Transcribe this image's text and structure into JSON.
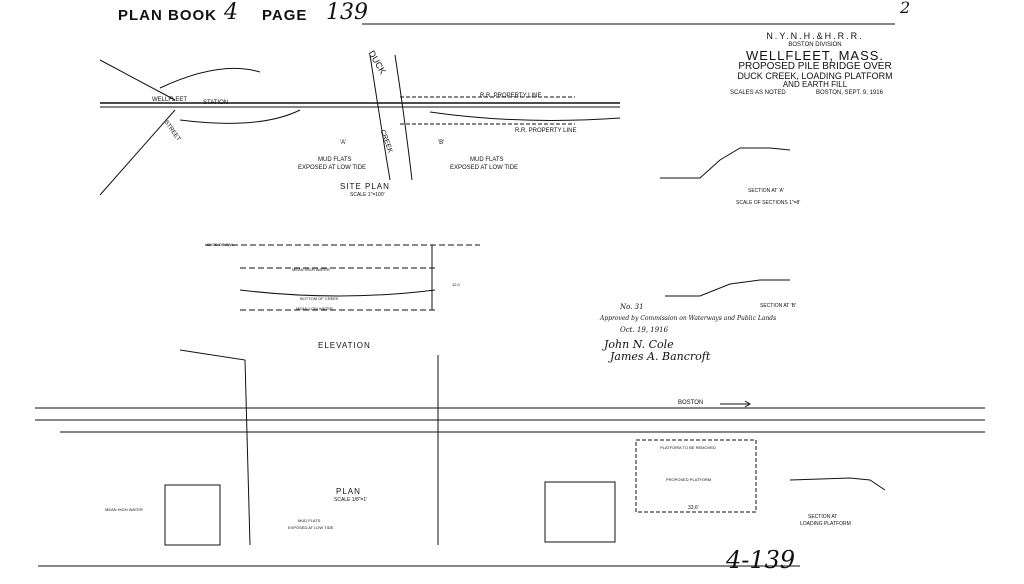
{
  "header": {
    "plan_book_label": "PLAN BOOK",
    "plan_book_no": "4",
    "page_label": "PAGE",
    "page_no": "139",
    "corner_mark": "2"
  },
  "title_block": {
    "railroad": "N.Y.N.H.&H.R.R.",
    "division": "BOSTON DIVISION",
    "town": "WELLFLEET, MASS.",
    "line1": "PROPOSED PILE BRIDGE OVER",
    "line2": "DUCK CREEK, LOADING PLATFORM",
    "line3": "AND EARTH FILL",
    "scales": "SCALES AS NOTED",
    "date": "BOSTON, SEPT. 9, 1916"
  },
  "site_plan": {
    "title": "SITE PLAN",
    "scale": "SCALE 1\"=100'",
    "creek_label": "DUCK",
    "creek_label2": "CREEK",
    "station": "STATION",
    "wellfleet": "WELLFLEET",
    "property_line_1": "R.R. PROPERTY LINE",
    "property_line_2": "R.R. PROPERTY LINE",
    "mud_flats_1a": "MUD FLATS",
    "mud_flats_1b": "EXPOSED AT LOW TIDE",
    "mud_flats_2a": "MUD FLATS",
    "mud_flats_2b": "EXPOSED AT LOW TIDE",
    "section_a": "'A'",
    "section_b": "'B'",
    "street": "STREET"
  },
  "sections": {
    "a_label": "SECTION AT 'A'",
    "scale": "SCALE OF SECTIONS 1\"=8'",
    "b_label": "SECTION AT 'B'",
    "loading_label_1": "SECTION AT",
    "loading_label_2": "LOADING PLATFORM"
  },
  "elevation": {
    "title": "ELEVATION",
    "top_label": "BASE OF RAIL",
    "mean_high": "MEAN HIGH WATER",
    "mean_low": "MEAN LOW WATER",
    "bottom_creek": "BOTTOM OF CREEK",
    "dim": "12.0"
  },
  "plan": {
    "title": "PLAN",
    "scale": "SCALE 1/8\"=1'",
    "boston": "BOSTON",
    "platform_removed": "PLATFORM TO BE REMOVED",
    "proposed_platform": "PROPOSED PLATFORM",
    "mud_flats_a": "MUD FLATS",
    "mud_flats_b": "EXPOSED AT LOW TIDE",
    "high_water": "MEAN HIGH WATER",
    "dim": "33.6'"
  },
  "approval": {
    "line1": "No. 31",
    "line2": "Approved by Commission on Waterways and Public Lands",
    "line3": "Oct. 19, 1916",
    "sig1": "John N. Cole",
    "sig2": "James A. Bancroft"
  },
  "footer": {
    "sheet_no": "4-139"
  }
}
